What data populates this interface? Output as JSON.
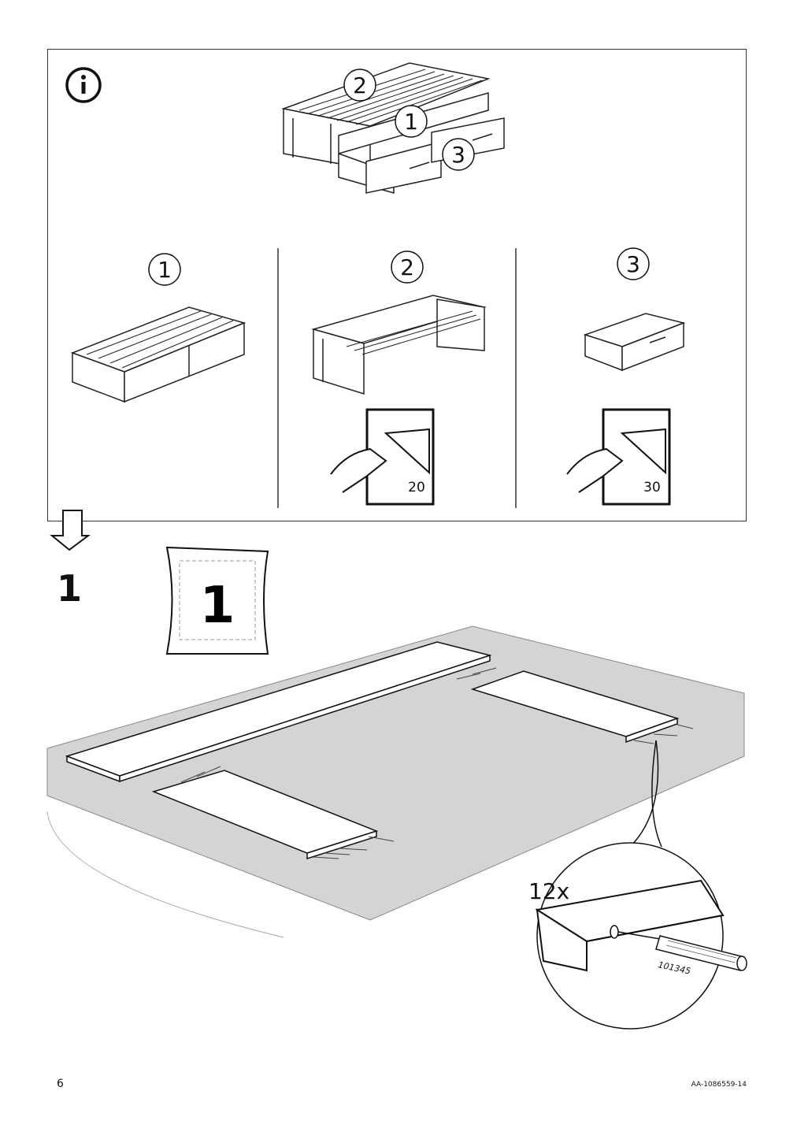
{
  "info_panel": {
    "overview_labels": [
      "2",
      "1",
      "3"
    ],
    "sections": [
      {
        "number": "1"
      },
      {
        "number": "2",
        "page_ref": "20"
      },
      {
        "number": "3",
        "page_ref": "30"
      }
    ]
  },
  "step": {
    "number": "1",
    "bag_number": "1",
    "quantity": "12x",
    "part_number": "101345"
  },
  "footer": {
    "page_number": "6",
    "document_code": "AA-1086559-14"
  }
}
